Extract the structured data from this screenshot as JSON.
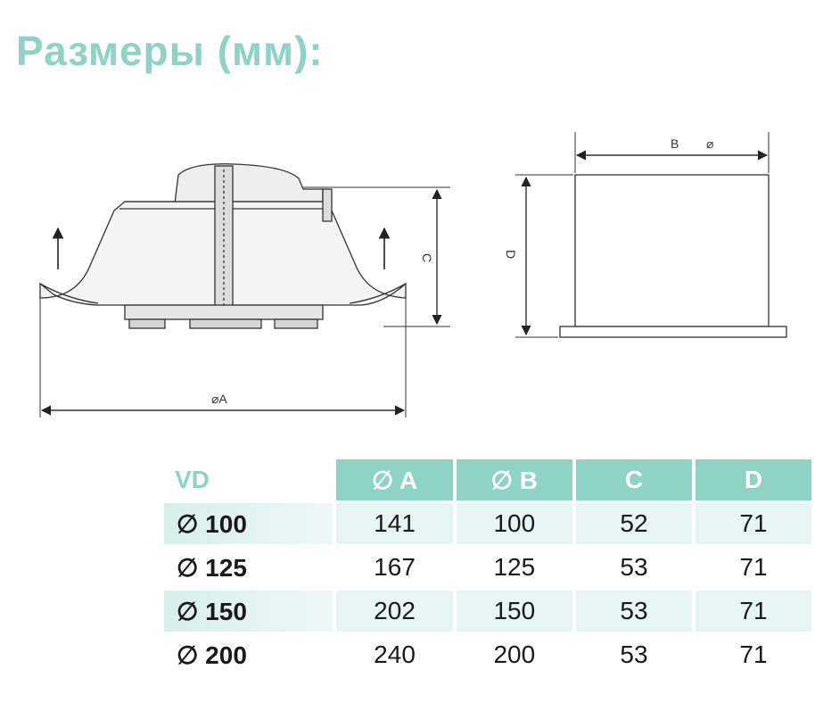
{
  "title": "Размеры (мм):",
  "drawing": {
    "label_a": "⌀A",
    "label_b": "B",
    "label_b_dia": "⌀",
    "label_c": "C",
    "label_d": "D"
  },
  "table": {
    "headers": [
      "VD",
      "∅ A",
      "∅ B",
      "C",
      "D"
    ],
    "rows": [
      [
        "∅ 100",
        "141",
        "100",
        "52",
        "71"
      ],
      [
        "∅ 125",
        "167",
        "125",
        "53",
        "71"
      ],
      [
        "∅ 150",
        "202",
        "150",
        "53",
        "71"
      ],
      [
        "∅ 200",
        "240",
        "200",
        "53",
        "71"
      ]
    ]
  },
  "colors": {
    "accent": "#8fd3c6",
    "row_tint": "#e6f5f2",
    "line": "#333333"
  }
}
